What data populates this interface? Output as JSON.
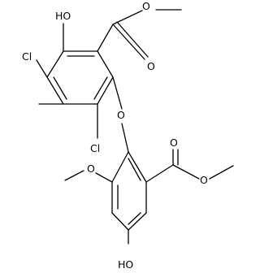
{
  "structure": {
    "labels": {
      "oh_top": "HO",
      "cl_left": "Cl",
      "cl_bottom": "Cl",
      "o_ester1_carbonyl": "O",
      "o_ester1_ether": "O",
      "o_bridge": "O",
      "o_methoxy": "O",
      "o_ester2_carbonyl": "O",
      "o_ester2_ether": "O",
      "oh_bottom": "HO"
    }
  }
}
